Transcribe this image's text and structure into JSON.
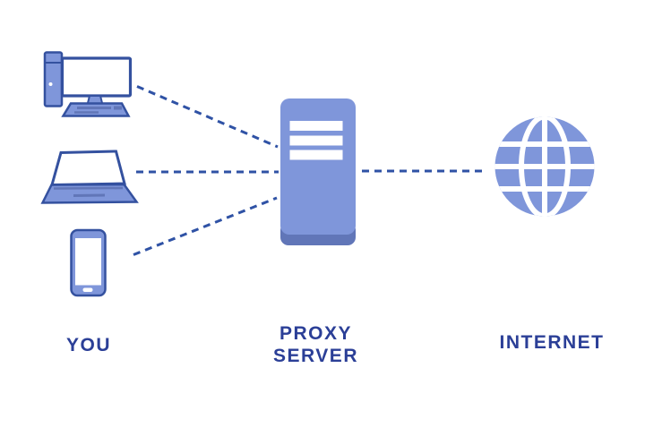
{
  "diagram": {
    "title": "Proxy server concept diagram",
    "labels": {
      "you": "YOU",
      "proxy_line1": "PROXY",
      "proxy_line2": "SERVER",
      "internet": "INTERNET"
    },
    "icons": [
      "desktop-computer-icon",
      "laptop-icon",
      "smartphone-icon",
      "proxy-server-icon",
      "globe-icon"
    ],
    "connections": [
      {
        "from": "desktop-computer",
        "to": "proxy-server",
        "style": "dashed"
      },
      {
        "from": "laptop",
        "to": "proxy-server",
        "style": "dashed"
      },
      {
        "from": "smartphone",
        "to": "proxy-server",
        "style": "dashed"
      },
      {
        "from": "proxy-server",
        "to": "internet",
        "style": "dashed"
      }
    ],
    "colors": {
      "fill": "#7F96DA",
      "outline": "#34519F",
      "dark_base": "#6176B8",
      "dash": "#2F52A5",
      "text": "#2B3F97",
      "background": "#FFFFFF"
    }
  }
}
